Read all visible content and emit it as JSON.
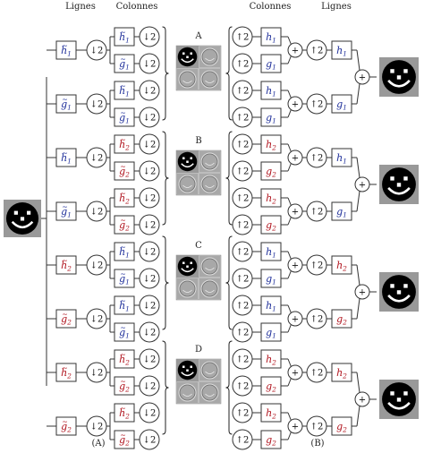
{
  "headers": {
    "analysis_lignes": "Lignes",
    "analysis_colonnes": "Colonnes",
    "synthesis_colonnes": "Colonnes",
    "synthesis_lignes": "Lignes"
  },
  "captions": {
    "left": "(A)",
    "right": "(B)"
  },
  "colors": {
    "blue": "#1f2f9a",
    "red": "#b0141e",
    "stroke": "#333333",
    "image_bg": "#999999"
  },
  "operators": {
    "down": "↓2",
    "up": "↑2",
    "plus": "+"
  },
  "analysis": [
    {
      "row_filter": "h1",
      "col_filters": [
        "h1",
        "g1"
      ]
    },
    {
      "row_filter": "g1",
      "col_filters": [
        "h1",
        "g1"
      ]
    },
    {
      "row_filter": "h1",
      "col_filters": [
        "h2",
        "g2"
      ]
    },
    {
      "row_filter": "g1",
      "col_filters": [
        "h2",
        "g2"
      ]
    },
    {
      "row_filter": "h2",
      "col_filters": [
        "h1",
        "g1"
      ]
    },
    {
      "row_filter": "g2",
      "col_filters": [
        "h1",
        "g1"
      ]
    },
    {
      "row_filter": "h2",
      "col_filters": [
        "h2",
        "g2"
      ]
    },
    {
      "row_filter": "g2",
      "col_filters": [
        "h2",
        "g2"
      ]
    }
  ],
  "trees": [
    {
      "letter": "A",
      "col_filters": [
        "h1",
        "g1"
      ],
      "row_filters": [
        "h1",
        "g1"
      ]
    },
    {
      "letter": "B",
      "col_filters": [
        "h2",
        "g2"
      ],
      "row_filters": [
        "h1",
        "g1"
      ]
    },
    {
      "letter": "C",
      "col_filters": [
        "h1",
        "g1"
      ],
      "row_filters": [
        "h2",
        "g2"
      ]
    },
    {
      "letter": "D",
      "col_filters": [
        "h2",
        "g2"
      ],
      "row_filters": [
        "h2",
        "g2"
      ]
    }
  ],
  "filter_glyphs": {
    "h1": {
      "base": "h",
      "sub": "1",
      "color": "blue"
    },
    "g1": {
      "base": "g",
      "sub": "1",
      "color": "blue"
    },
    "h2": {
      "base": "h",
      "sub": "2",
      "color": "red"
    },
    "g2": {
      "base": "g",
      "sub": "2",
      "color": "red"
    }
  }
}
